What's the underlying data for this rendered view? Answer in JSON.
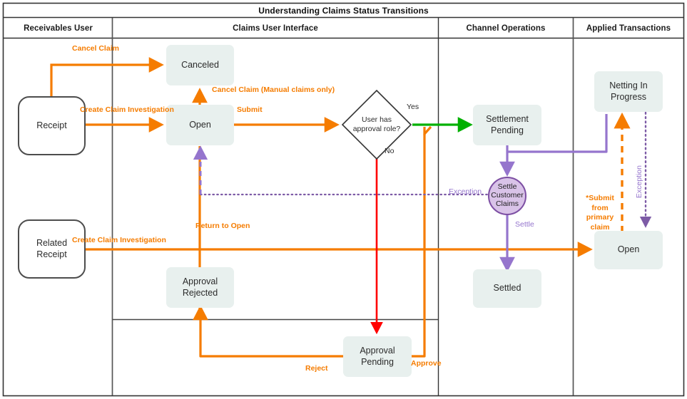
{
  "diagram": {
    "title": "Understanding Claims Status Transitions",
    "type": "swimlane-flowchart",
    "colors": {
      "state_fill": "#e8f0ee",
      "orange": "#f57c00",
      "green": "#00b000",
      "red": "#ff0000",
      "purple": "#9575cd",
      "purple_dark": "#7d4fa3",
      "circle_fill": "#d9c3e8",
      "border": "#4d4d4d"
    },
    "lanes": [
      {
        "id": "receivables-user",
        "label": "Receivables User"
      },
      {
        "id": "claims-user-interface",
        "label": "Claims User Interface"
      },
      {
        "id": "channel-operations",
        "label": "Channel Operations"
      },
      {
        "id": "applied-transactions",
        "label": "Applied Transactions"
      }
    ],
    "nodes": [
      {
        "id": "receipt",
        "label": "Receipt",
        "shape": "terminator",
        "lane": "receivables-user"
      },
      {
        "id": "related-receipt",
        "label": "Related\nReceipt",
        "shape": "terminator",
        "lane": "receivables-user"
      },
      {
        "id": "canceled",
        "label": "Canceled",
        "shape": "state",
        "lane": "claims-user-interface"
      },
      {
        "id": "open",
        "label": "Open",
        "shape": "state",
        "lane": "claims-user-interface"
      },
      {
        "id": "approval-rejected",
        "label": "Approval\nRejected",
        "shape": "state",
        "lane": "claims-user-interface"
      },
      {
        "id": "approval-pending",
        "label": "Approval\nPending",
        "shape": "state",
        "lane": "claims-user-interface"
      },
      {
        "id": "user-has-approval-role",
        "label": "User has\napproval role?",
        "shape": "decision",
        "lane": "claims-user-interface"
      },
      {
        "id": "settlement-pending",
        "label": "Settlement\nPending",
        "shape": "state",
        "lane": "channel-operations"
      },
      {
        "id": "settle-customer-claims",
        "label": "Settle\nCustomer\nClaims",
        "shape": "circle",
        "lane": "channel-operations"
      },
      {
        "id": "settled",
        "label": "Settled",
        "shape": "state",
        "lane": "channel-operations"
      },
      {
        "id": "netting-in-progress",
        "label": "Netting In\nProgress",
        "shape": "state",
        "lane": "applied-transactions"
      },
      {
        "id": "applied-open",
        "label": "Open",
        "shape": "state",
        "lane": "applied-transactions"
      }
    ],
    "edge_labels": {
      "cancel_claim": "Cancel Claim",
      "cancel_claim_manual": "Cancel Claim (Manual claims only)",
      "create_claim_investigation_1": "Create Claim Investigation",
      "create_claim_investigation_2": "Create Claim Investigation",
      "submit": "Submit",
      "yes": "Yes",
      "no": "No",
      "return_to_open": "Return to Open",
      "reject": "Reject",
      "approve": "Approve",
      "exception_mid": "Exception",
      "exception_right": "Exception",
      "settle": "Settle",
      "submit_from_primary_claim": "*Submit from\nprimary claim"
    }
  }
}
